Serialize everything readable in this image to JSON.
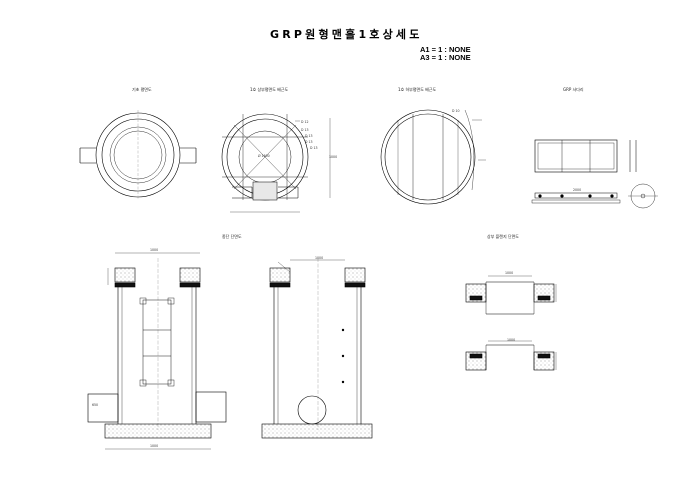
{
  "sheet": {
    "title": "GRP원형맨홀1호상세도",
    "scale_a1": "A1 = 1 : NONE",
    "scale_a3": "A3 = 1 : NONE"
  },
  "views": {
    "v1": "기초 평면도",
    "v2": "1호 상부평면도 배근도",
    "v3": "1호 하부평면도 배근도",
    "v4": "GRP 사다리",
    "v5": "종단 단면도",
    "v6": "상부 플랜지 단면도"
  },
  "dims": {
    "d1": "D 12",
    "d2": "D 13",
    "d3": "D 13",
    "d4": "D 13",
    "d5": "D 13",
    "d6": "Ø 1600",
    "d7": "1000",
    "d8": "1000",
    "d9": "1000",
    "d10": "1000",
    "d11": "1000",
    "d12": "1000",
    "d13": "650",
    "d14": "2000",
    "d15": "D 10"
  },
  "colors": {
    "line": "#000000",
    "thin": "#555555",
    "fill": "#d8d8d8",
    "hatch": "#888888"
  }
}
